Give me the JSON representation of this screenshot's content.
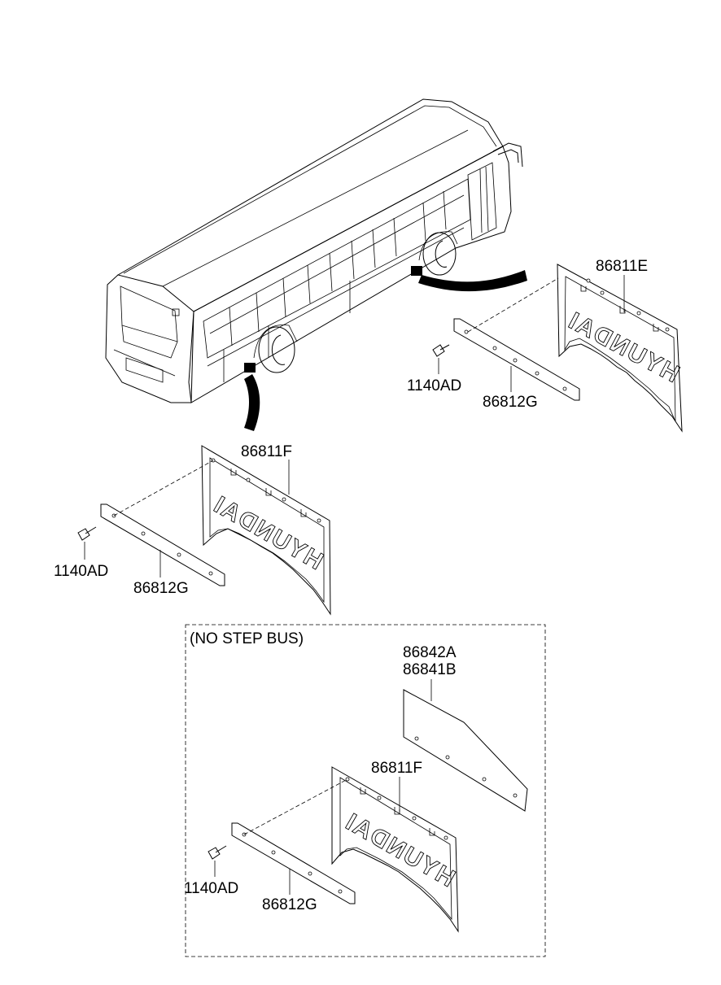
{
  "labels": {
    "upper_right_flap": "86811E",
    "upper_right_bracket": "86812G",
    "upper_right_bolt": "1140AD",
    "middle_flap": "86811F",
    "middle_bracket": "86812G",
    "middle_bolt": "1140AD",
    "lower_guard_a": "86842A",
    "lower_guard_b": "86841B",
    "lower_flap": "86811F",
    "lower_bracket": "86812G",
    "lower_bolt": "1140AD"
  },
  "group_title": "(NO STEP BUS)",
  "flap_brand_text": "HYUNDAI"
}
